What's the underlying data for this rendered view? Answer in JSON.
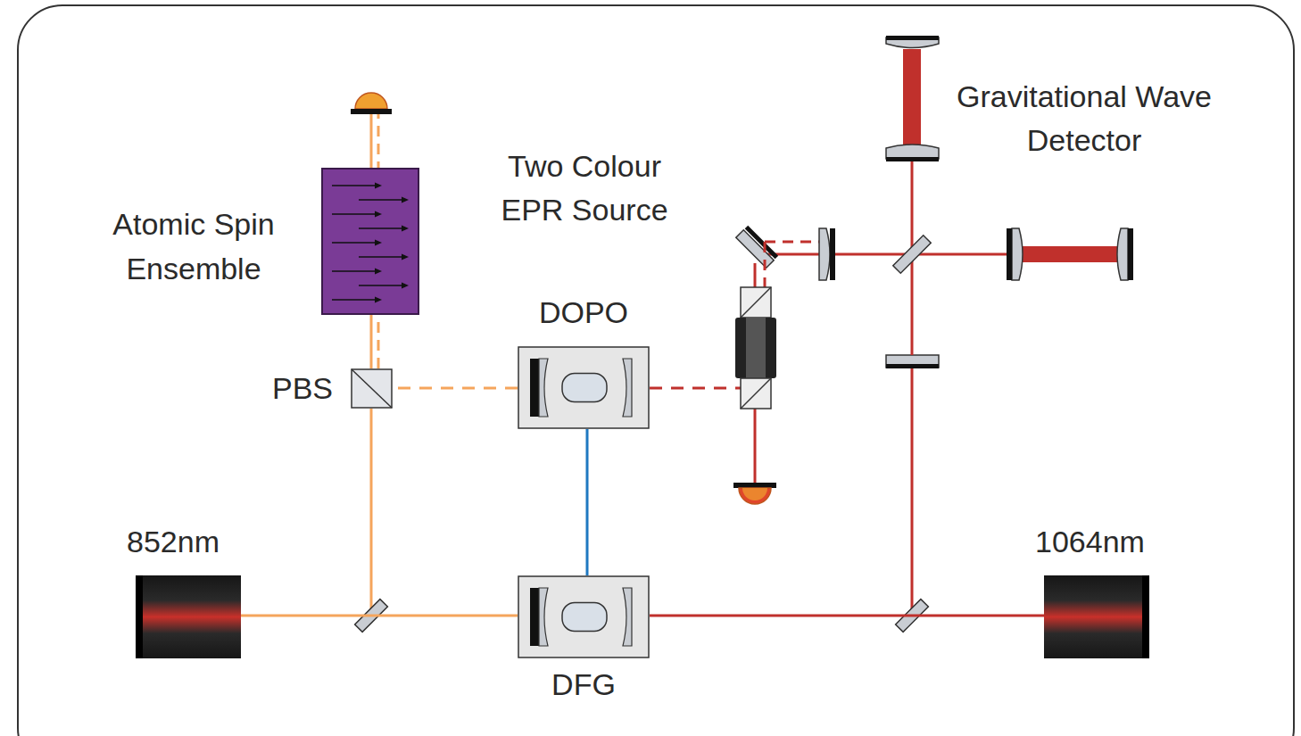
{
  "diagram": {
    "nodes": [
      {
        "text": [
          "Atomic Spin Ensemble"
        ]
      },
      {
        "text": [
          "PBS"
        ]
      },
      {
        "text": [
          "DOPO"
        ]
      },
      {
        "text": [
          "852nm"
        ]
      },
      {
        "text": [
          "DFG"
        ]
      },
      {
        "text": [
          "1064nm"
        ]
      }
    ],
    "edges": [
      {
        "from": 3,
        "to": 4,
        "arrow": "none"
      },
      {
        "from": 5,
        "to": 4,
        "arrow": "none"
      },
      {
        "from": 4,
        "to": 2,
        "arrow": "none"
      },
      {
        "from": 2,
        "to": 1,
        "arrow": "none"
      },
      {
        "from": 1,
        "to": 0,
        "arrow": "none"
      }
    ],
    "labels": [
      "Two Colour EPR Source",
      "Gravitational Wave Detector"
    ]
  }
}
